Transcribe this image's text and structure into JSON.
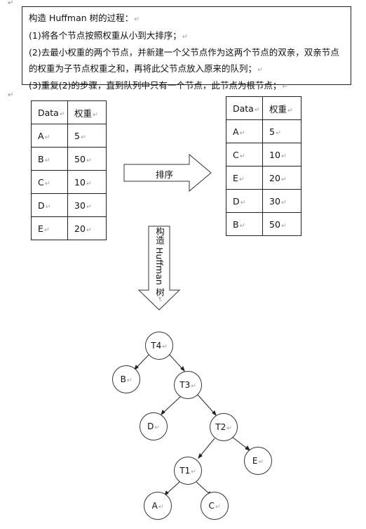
{
  "description": {
    "line1": "构造 Huffman 树的过程：",
    "line2": "(1)将各个节点按照权重从小到大排序；",
    "line3": "(2)去最小权重的两个节点，并新建一个父节点作为这两个节点的双亲，双亲节点的权重为子节点权重之和，再将此父节点放入原来的队列；",
    "line4": "(3)重复(2)的步骤，直到队列中只有一个节点，此节点为根节点；",
    "paragraph_mark": "↵"
  },
  "table_before": {
    "headers": [
      "Data",
      "权重"
    ],
    "rows": [
      [
        "A",
        "5"
      ],
      [
        "B",
        "50"
      ],
      [
        "C",
        "10"
      ],
      [
        "D",
        "30"
      ],
      [
        "E",
        "20"
      ]
    ]
  },
  "table_after": {
    "headers": [
      "Data",
      "权重"
    ],
    "rows": [
      [
        "A",
        "5"
      ],
      [
        "C",
        "10"
      ],
      [
        "E",
        "20"
      ],
      [
        "D",
        "30"
      ],
      [
        "B",
        "50"
      ]
    ]
  },
  "arrows": {
    "sort_label": "排序",
    "build_label": "构造 Huffman 树"
  },
  "tree": {
    "nodes": {
      "T4": "T4",
      "B": "B",
      "T3": "T3",
      "D": "D",
      "T2": "T2",
      "T1": "T1",
      "E": "E",
      "A": "A",
      "C": "C"
    }
  }
}
